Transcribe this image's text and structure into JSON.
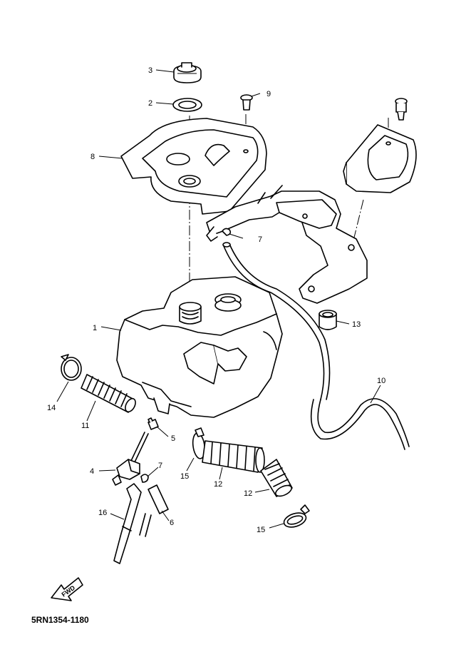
{
  "diagram_code": "5RN1354-1180",
  "fwd_label": "FWD",
  "callouts": {
    "c1": "1",
    "c2": "2",
    "c3": "3",
    "c4": "4",
    "c5": "5",
    "c6": "6",
    "c7a": "7",
    "c7b": "7",
    "c8": "8",
    "c9": "9",
    "c10": "10",
    "c11": "11",
    "c12a": "12",
    "c12b": "12",
    "c13": "13",
    "c14": "14",
    "c15a": "15",
    "c15b": "15",
    "c16": "16"
  }
}
